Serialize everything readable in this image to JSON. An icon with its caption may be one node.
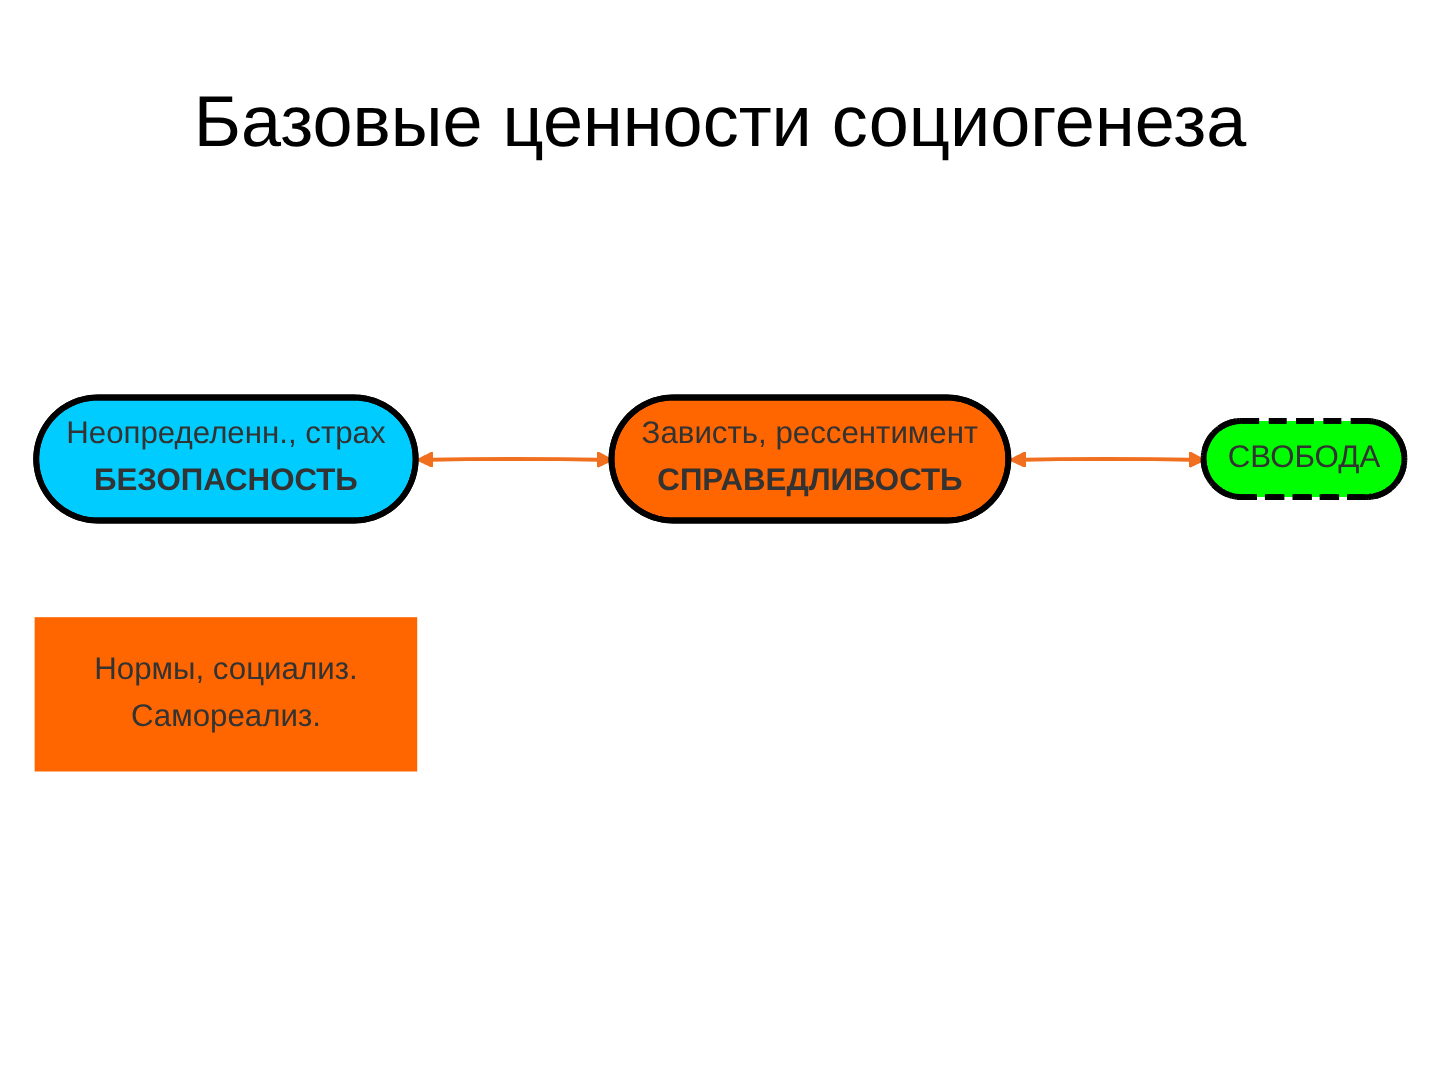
{
  "diagram": {
    "title": "Базовые ценности социогенеза",
    "nodes": [
      {
        "text": [
          "Неопределенн., страх",
          "БЕЗОПАСНОСТЬ"
        ]
      },
      {
        "text": [
          "Зависть, рессентимент",
          "СПРАВЕДЛИВОСТЬ"
        ]
      },
      {
        "text": [
          "СВОБОДА"
        ]
      },
      {
        "text": [
          "Нормы, социализ.",
          "Самореализ."
        ]
      }
    ],
    "edges": [
      {
        "from": 0,
        "to": 1,
        "arrow": "both"
      },
      {
        "from": 1,
        "to": 2,
        "arrow": "both"
      }
    ]
  }
}
